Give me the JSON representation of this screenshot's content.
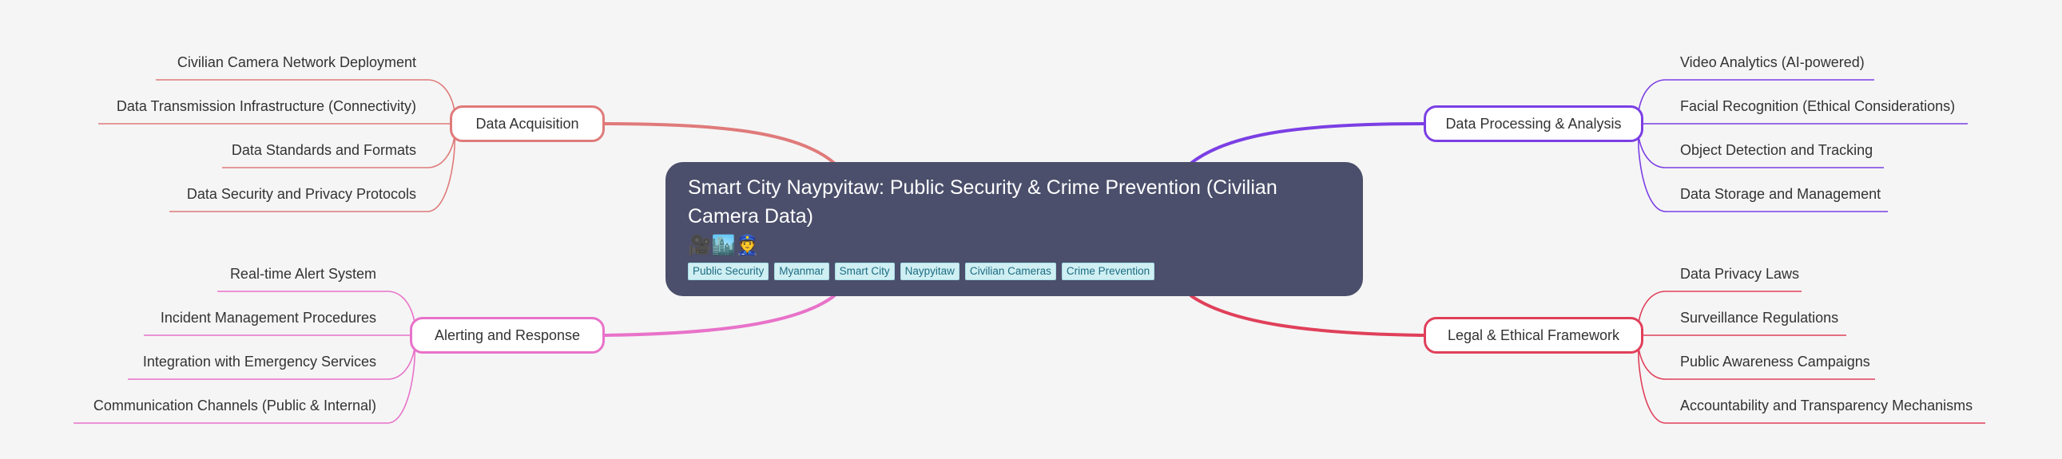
{
  "root": {
    "title": "Smart City Naypyitaw: Public Security & Crime Prevention (Civilian Camera Data)",
    "emoji": "🎥🏙️👮",
    "tags": [
      "Public Security",
      "Myanmar",
      "Smart City",
      "Naypyitaw",
      "Civilian Cameras",
      "Crime Prevention"
    ]
  },
  "branches": {
    "data_acquisition": {
      "label": "Data Acquisition",
      "color": "#e07a7a",
      "items": [
        "Civilian Camera Network Deployment",
        "Data Transmission Infrastructure (Connectivity)",
        "Data Standards and Formats",
        "Data Security and Privacy Protocols"
      ]
    },
    "alerting_response": {
      "label": "Alerting and Response",
      "color": "#e872c9",
      "items": [
        "Real-time Alert System",
        "Incident Management Procedures",
        "Integration with Emergency Services",
        "Communication Channels (Public & Internal)"
      ]
    },
    "data_processing": {
      "label": "Data Processing & Analysis",
      "color": "#7b3fe4",
      "items": [
        "Video Analytics (AI-powered)",
        "Facial Recognition (Ethical Considerations)",
        "Object Detection and Tracking",
        "Data Storage and Management"
      ]
    },
    "legal_ethical": {
      "label": "Legal & Ethical Framework",
      "color": "#e0405a",
      "items": [
        "Data Privacy Laws",
        "Surveillance Regulations",
        "Public Awareness Campaigns",
        "Accountability and Transparency Mechanisms"
      ]
    }
  }
}
